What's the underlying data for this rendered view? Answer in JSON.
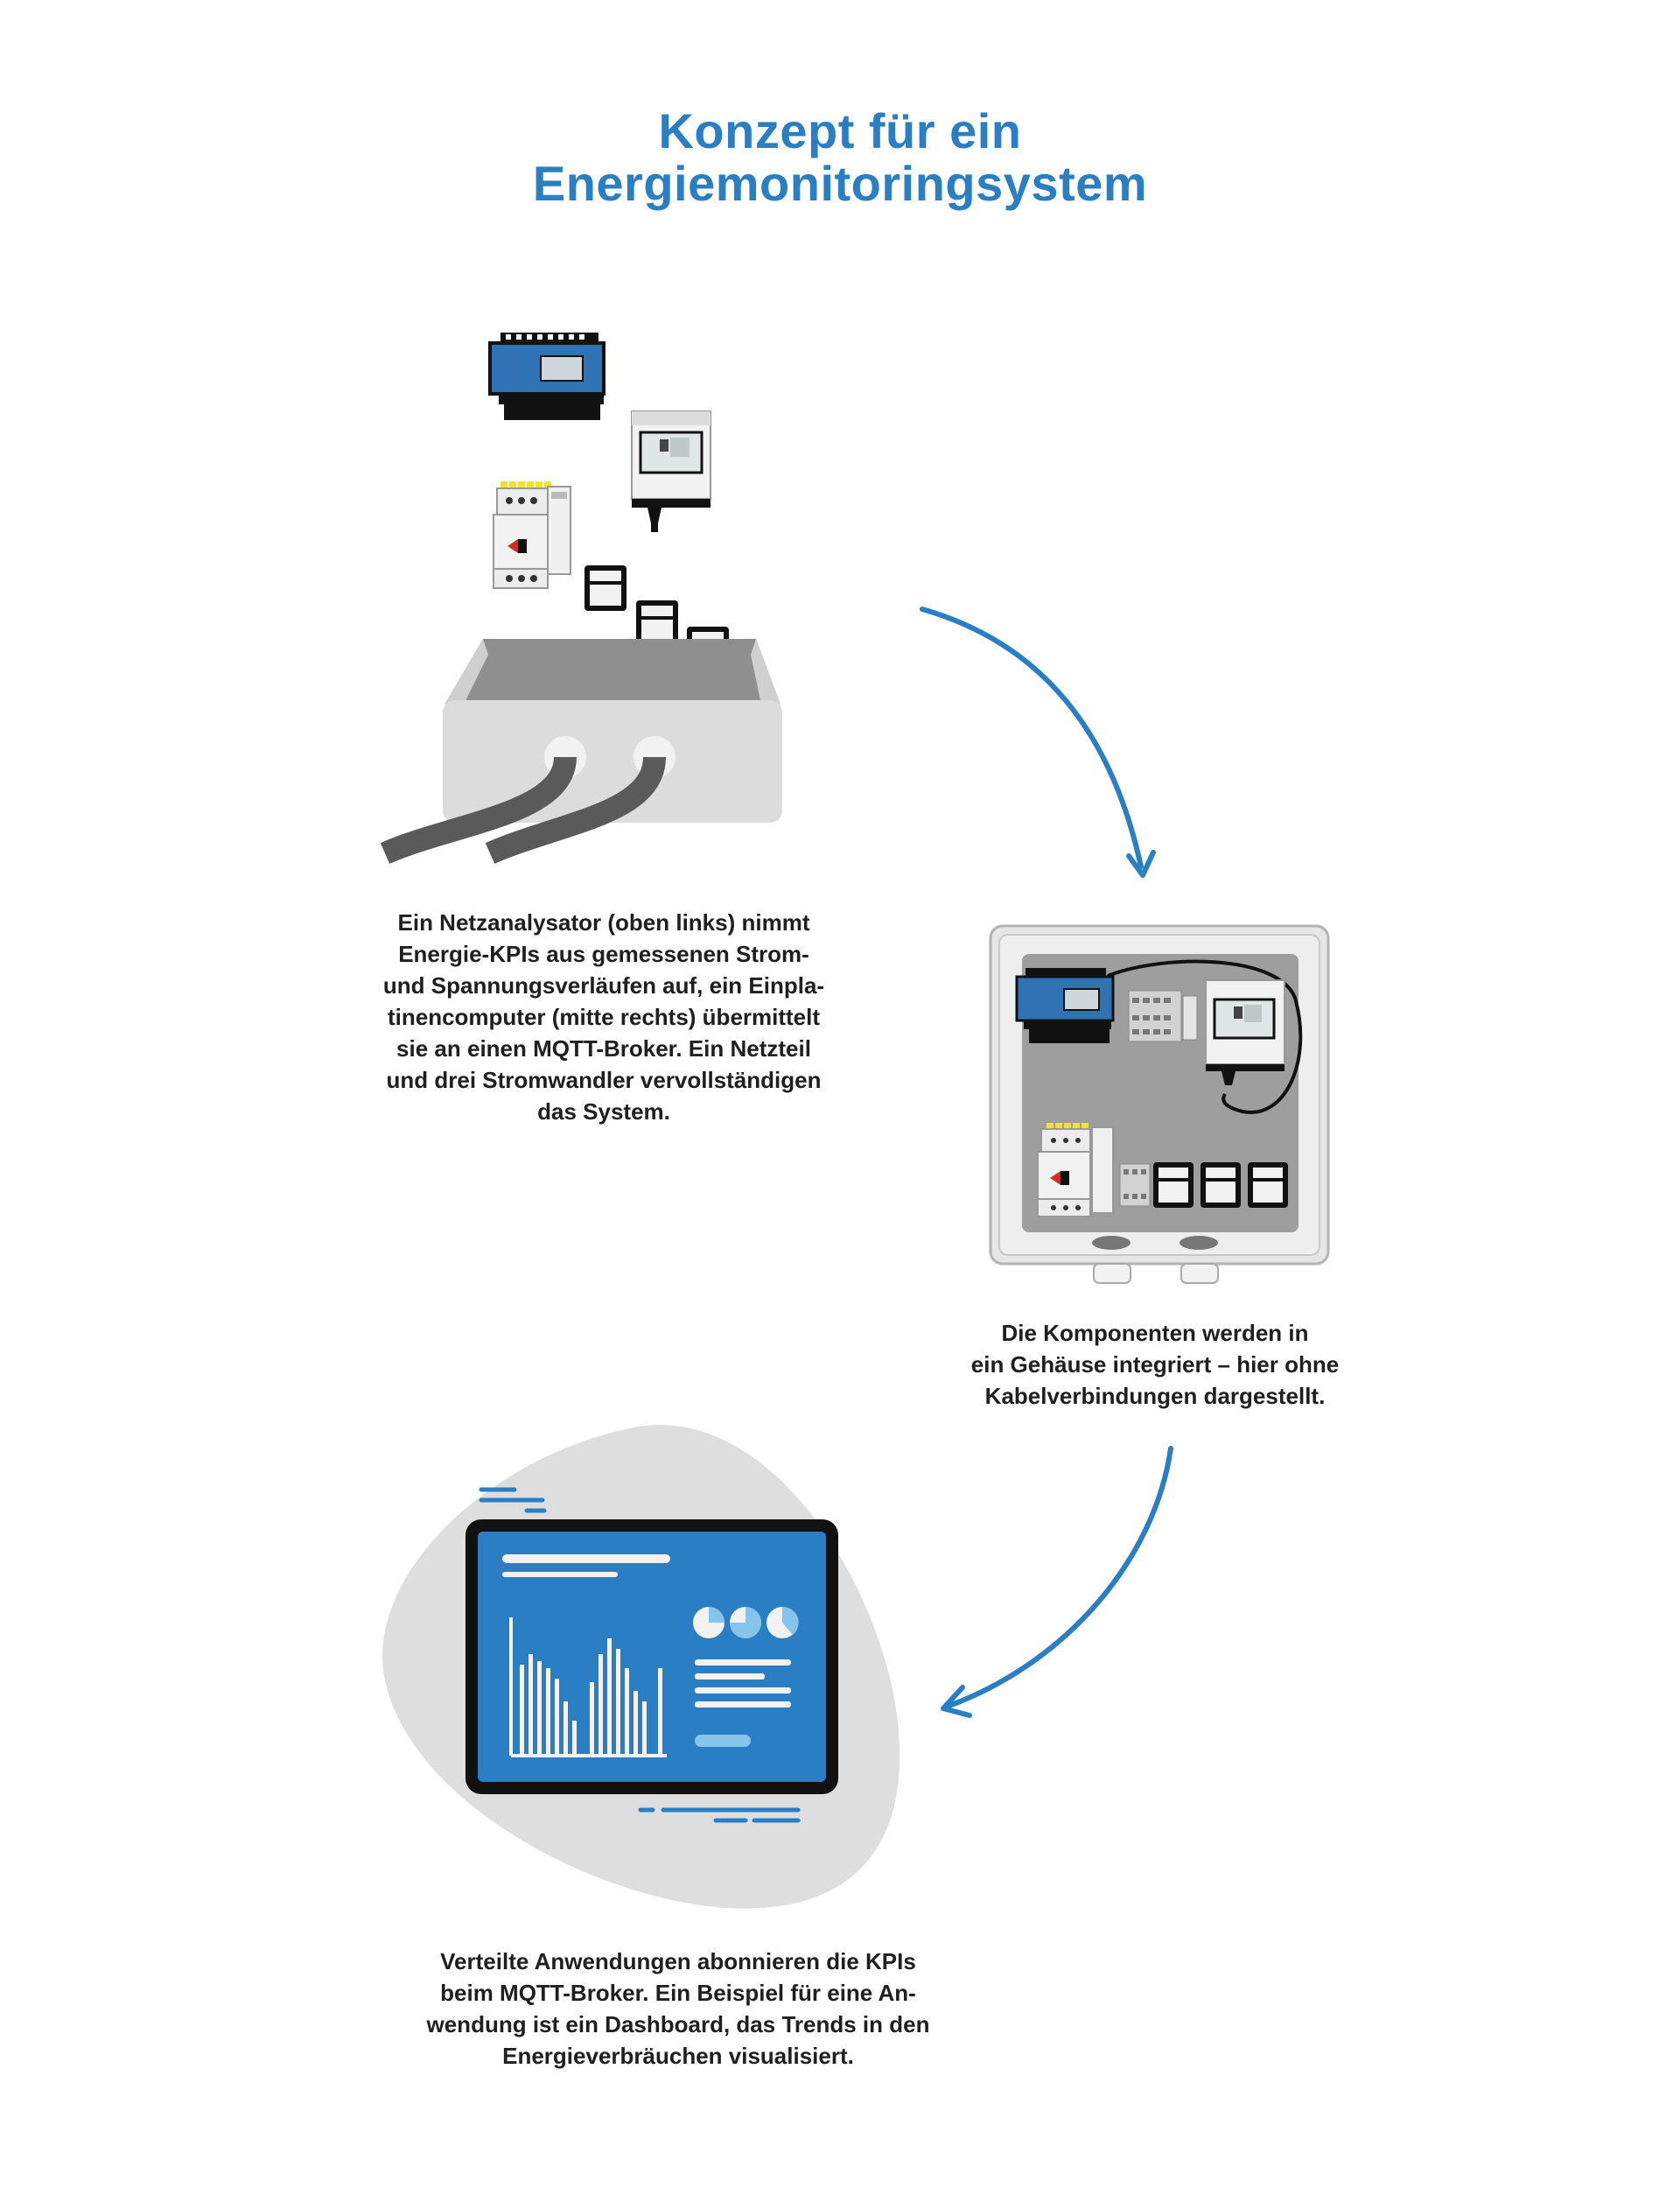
{
  "title": {
    "line1": "Konzept für ein",
    "line2": "Energiemonitoringsystem"
  },
  "steps": [
    {
      "caption_lines": [
        "Ein Netzanalysator (oben links) nimmt",
        "Energie-KPIs aus gemessenen Strom-",
        "und Spannungsverläufen auf, ein Einpla-",
        "tinencomputer (mitte rechts) übermittelt",
        "sie an einen MQTT-Broker. Ein Netzteil",
        "und drei Stromwandler vervollständigen",
        "das System."
      ]
    },
    {
      "caption_lines": [
        "Die Komponenten werden in",
        "ein Gehäuse integriert – hier ohne",
        "Kabelverbindungen dargestellt."
      ]
    },
    {
      "caption_lines": [
        "Verteilte Anwendungen abonnieren die KPIs",
        "beim MQTT-Broker. Ein Beispiel für eine An-",
        "wendung ist ein Dashboard, das Trends in den",
        "Energieverbräuchen visualisiert."
      ]
    }
  ],
  "colors": {
    "accent_blue": "#2a7ec3",
    "device_blue": "#2f73b5",
    "enclosure_gray": "#dcdcdc",
    "cable_gray": "#5a5a5a",
    "blob_gray": "#dedede"
  },
  "icons": {
    "network_analyzer": "power-analyzer-icon",
    "single_board_computer": "sbc-module-icon",
    "power_supply": "power-supply-icon",
    "current_transformer": "current-transformer-icon",
    "enclosure": "open-enclosure-icon",
    "assembled_cabinet": "cabinet-icon",
    "dashboard": "tablet-dashboard-icon",
    "arrow": "curved-arrow-icon"
  }
}
